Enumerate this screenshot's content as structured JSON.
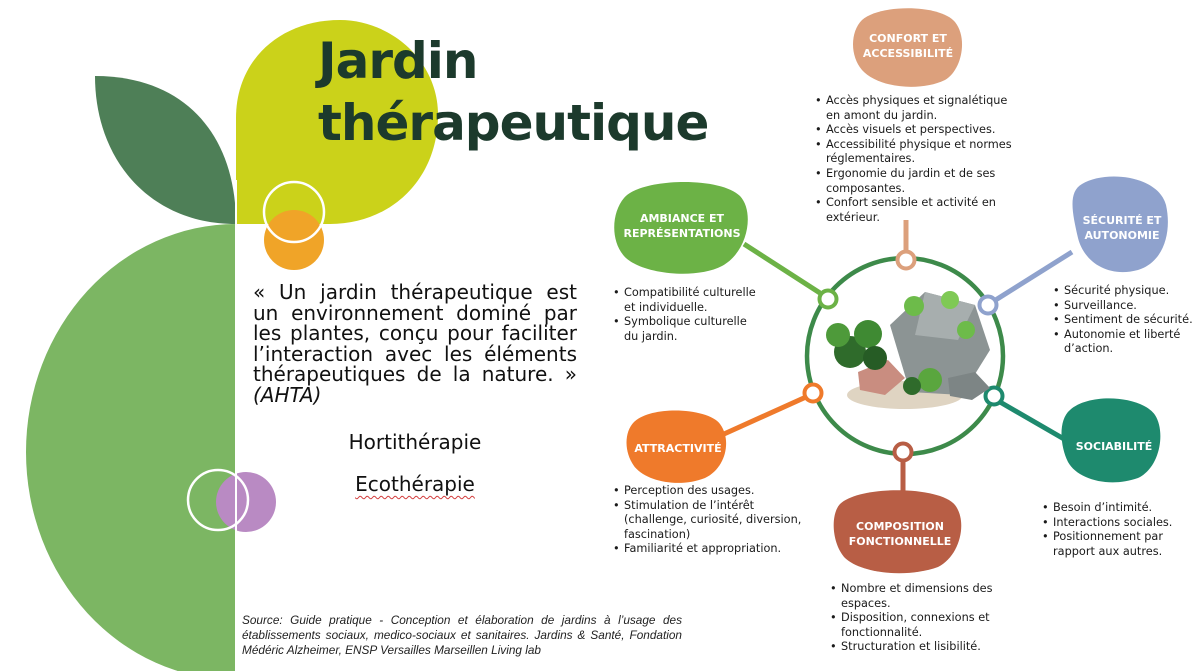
{
  "title": {
    "line1": "Jardin",
    "line2": "thérapeutique"
  },
  "quote": {
    "open": "« Un ",
    "highlight": "jardin thérapeutique",
    "rest": " est un environnement dominé par les plantes, conçu pour faciliter l’interaction avec les éléments thérapeutiques de la nature. » ",
    "attribution": "(AHTA)"
  },
  "therapies": [
    "Hortithérapie",
    "Ecothérapie"
  ],
  "source": "Source: Guide pratique - Conception et élaboration de jardins à l’usage des établissements sociaux, medico-sociaux et sanitaires. Jardins & Santé, Fondation Médéric Alzheimer, ENSP Versailles Marseillen Living lab",
  "colors": {
    "dark_green": "#4e7f57",
    "light_green": "#7cb663",
    "lime": "#cbd21a",
    "orange": "#f0a428",
    "purple": "#b98ac3",
    "title": "#1c3a2c",
    "ring": "#3d8a4a"
  },
  "themes": [
    {
      "label_lines": [
        "CONFORT ET",
        "ACCESSIBILITÉ"
      ],
      "color": "#dca07c",
      "items": [
        "Accès physiques et signalétique en amont du jardin.",
        "Accès visuels et perspectives.",
        "Accessibilité physique et normes réglementaires.",
        "Ergonomie du jardin et de ses composantes.",
        "Confort sensible et activité en extérieur."
      ]
    },
    {
      "label_lines": [
        "SÉCURITÉ ET",
        "AUTONOMIE"
      ],
      "color": "#8fa2cd",
      "items": [
        "Sécurité physique.",
        "Surveillance.",
        "Sentiment de sécurité.",
        "Autonomie et liberté d’action."
      ]
    },
    {
      "label_lines": [
        "SOCIABILITÉ"
      ],
      "color": "#1e8a6e",
      "items": [
        "Besoin d’intimité.",
        "Interactions sociales.",
        "Positionnement par rapport aux autres."
      ]
    },
    {
      "label_lines": [
        "COMPOSITION",
        "FONCTIONNELLE"
      ],
      "color": "#b85e45",
      "items": [
        "Nombre et dimensions des espaces.",
        "Disposition, connexions et fonctionnalité.",
        "Structuration et lisibilité."
      ]
    },
    {
      "label_lines": [
        "ATTRACTIVITÉ"
      ],
      "color": "#ef7a2b",
      "items": [
        "Perception des usages.",
        "Stimulation de l’intérêt (challenge, curiosité, diversion, fascination)",
        "Familiarité et appropriation."
      ]
    },
    {
      "label_lines": [
        "AMBIANCE ET",
        "REPRÉSENTATIONS"
      ],
      "color": "#6cb246",
      "items": [
        "Compatibilité culturelle et individuelle.",
        "Symbolique culturelle du jardin."
      ]
    }
  ]
}
